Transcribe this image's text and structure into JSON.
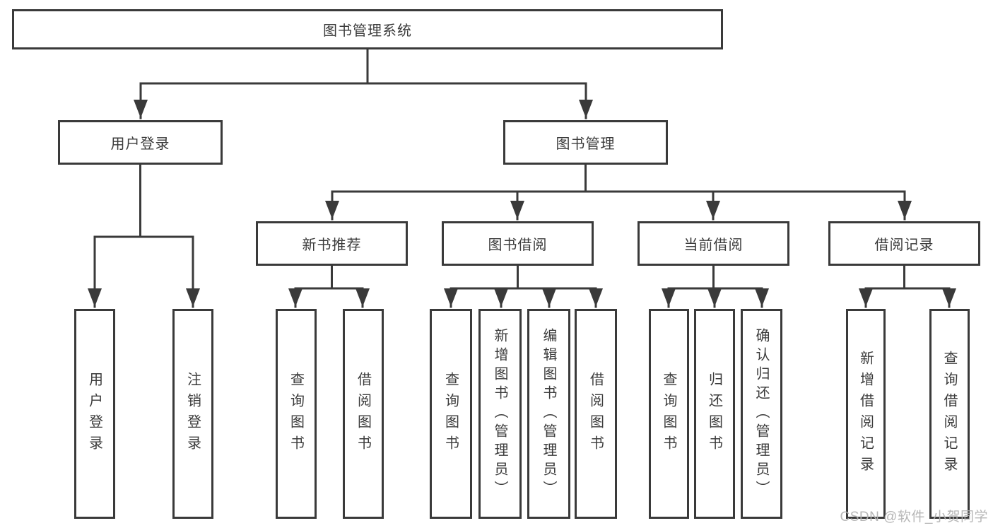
{
  "diagram_title": "图书管理系统",
  "watermark": "CSDN @软件_小贺同学",
  "colors": {
    "line": "#3a3a3a",
    "box_border": "#3a3a3a",
    "text": "#3b3b3b",
    "background": "#ffffff",
    "watermark": "#b2b2b2"
  },
  "tree": {
    "label": "图书管理系统",
    "children": [
      {
        "label": "用户登录",
        "children": [
          {
            "label": "用户登录"
          },
          {
            "label": "注销登录"
          }
        ]
      },
      {
        "label": "图书管理",
        "children": [
          {
            "label": "新书推荐",
            "children": [
              {
                "label": "查询图书"
              },
              {
                "label": "借阅图书"
              }
            ]
          },
          {
            "label": "图书借阅",
            "children": [
              {
                "label": "查询图书"
              },
              {
                "label": "新增图书（管理员）"
              },
              {
                "label": "编辑图书（管理员）"
              },
              {
                "label": "借阅图书"
              }
            ]
          },
          {
            "label": "当前借阅",
            "children": [
              {
                "label": "查询图书"
              },
              {
                "label": "归还图书"
              },
              {
                "label": "确认归还（管理员）"
              }
            ]
          },
          {
            "label": "借阅记录",
            "children": [
              {
                "label": "新增借阅记录"
              },
              {
                "label": "查询借阅记录"
              }
            ]
          }
        ]
      }
    ]
  }
}
